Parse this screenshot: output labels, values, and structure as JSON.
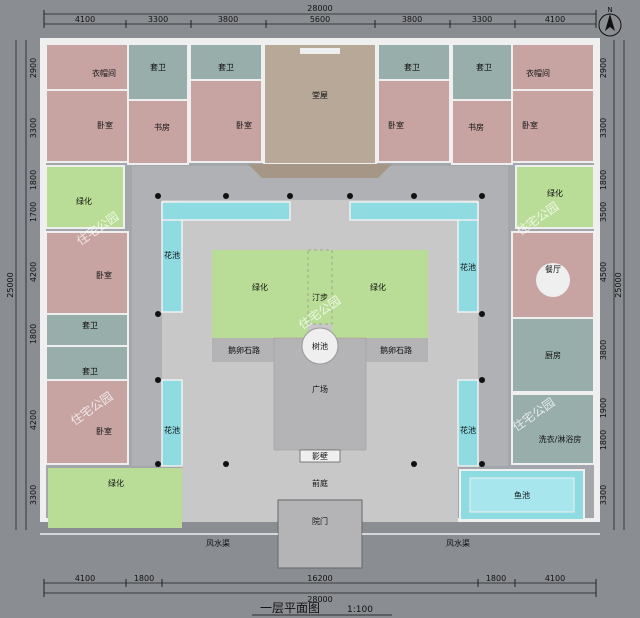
{
  "title": "一层平面图",
  "scale": "1:100",
  "watermark": "住宅公园",
  "north_label": "N",
  "dims": {
    "top_total": "28000",
    "bottom_total": "28000",
    "bottom_inner": "16200",
    "left_total": "25000",
    "right_total": "25000",
    "top_segments": [
      "4100",
      "3300",
      "3800",
      "5600",
      "3800",
      "3300",
      "4100"
    ],
    "bottom_segments": [
      "4100",
      "1800",
      "1800",
      "4100"
    ],
    "left_segments": [
      "2900",
      "3300",
      "1800",
      "1700",
      "4200",
      "1800",
      "4200",
      "3300"
    ],
    "right_segments": [
      "2900",
      "3300",
      "1800",
      "3500",
      "4500",
      "3800",
      "1900",
      "1800",
      "3300"
    ]
  },
  "colors": {
    "bg": "#8a8d92",
    "pink": "#c7a3a2",
    "green": "#b9dd96",
    "cyan": "#8fdbe2",
    "slate": "#a3a6aa",
    "teal": "#98aeaa",
    "hall": "#b7a898",
    "court": "#c9c8c9",
    "square": "#b4b3b6",
    "wall": "#efefef"
  },
  "rooms": {
    "cloak_l": "衣帽间",
    "bed_tl": "卧室",
    "bath_1": "套卫",
    "bath_2": "套卫",
    "study_l": "书房",
    "bed_2": "卧室",
    "hall": "堂屋",
    "bath_3": "套卫",
    "bath_4": "套卫",
    "bed_3": "卧室",
    "study_r": "书房",
    "cloak_r": "衣帽间",
    "bed_tr": "卧室",
    "green_l": "绿化",
    "bed_ml": "卧室",
    "bath_ml1": "套卫",
    "bath_ml2": "套卫",
    "bed_bl": "卧室",
    "green_r": "绿化",
    "dining": "餐厅",
    "kitchen": "厨房",
    "laundry": "洗衣/淋浴房",
    "pool_l1": "花池",
    "pool_l2": "花池",
    "pool_r1": "花池",
    "pool_r2": "花池",
    "green_cl": "绿化",
    "green_cr": "绿化",
    "stepping": "汀步",
    "pebble_l": "鹅卵石路",
    "pebble_r": "鹅卵石路",
    "tree_pond": "树池",
    "plaza": "广场",
    "screen_wall": "影壁",
    "front_yard": "前庭",
    "green_bottom": "绿化",
    "fish_pond": "鱼池",
    "gate": "院门",
    "ditch_l": "风水渠",
    "ditch_r": "风水渠"
  }
}
